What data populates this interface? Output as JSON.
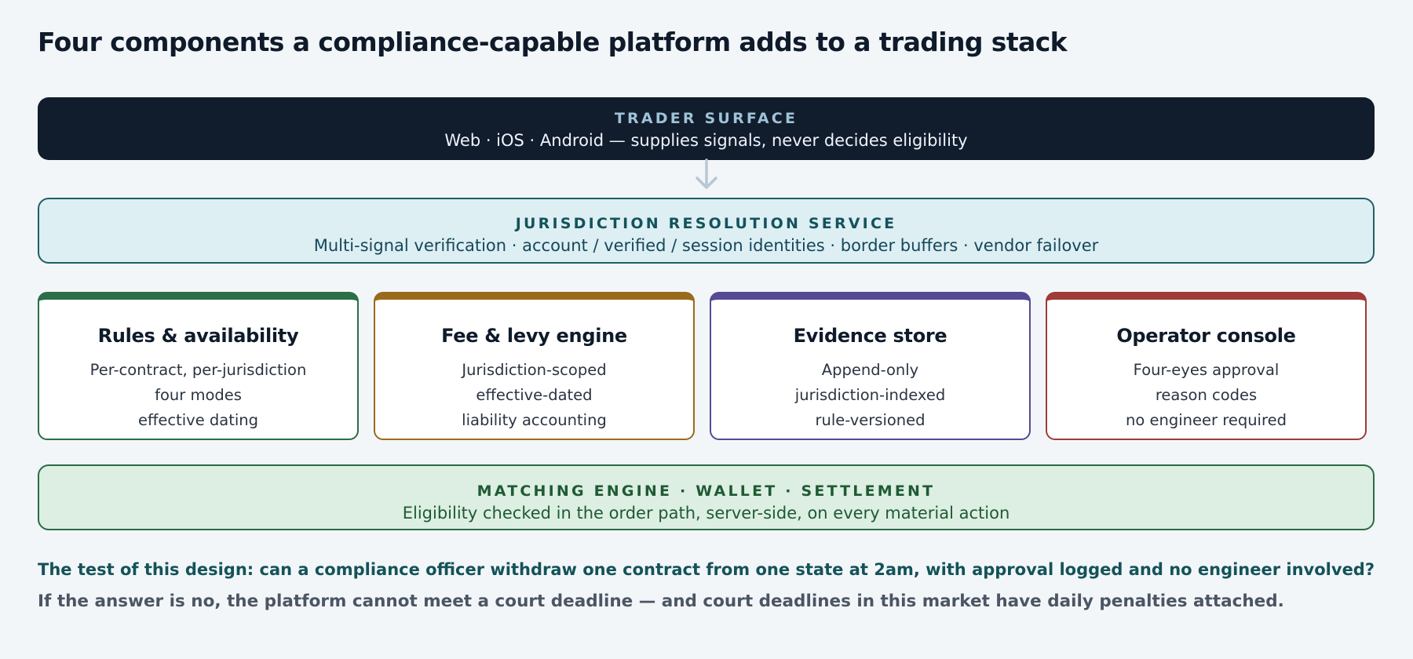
{
  "title": "Four components a compliance-capable platform adds to a trading stack",
  "trader_surface": {
    "label": "TRADER SURFACE",
    "description": "Web · iOS · Android — supplies signals, never decides eligibility"
  },
  "arrow_icon": "arrow-down-icon",
  "jurisdiction_service": {
    "label": "JURISDICTION RESOLUTION SERVICE",
    "description": "Multi-signal verification · account / verified / session identities · border buffers · vendor failover"
  },
  "components": [
    {
      "title": "Rules & availability",
      "lines": [
        "Per-contract, per-jurisdiction",
        "four modes",
        "effective dating"
      ],
      "color": "#2b6e47"
    },
    {
      "title": "Fee & levy engine",
      "lines": [
        "Jurisdiction-scoped",
        "effective-dated",
        "liability accounting"
      ],
      "color": "#9a6a1c"
    },
    {
      "title": "Evidence store",
      "lines": [
        "Append-only",
        "jurisdiction-indexed",
        "rule-versioned"
      ],
      "color": "#554a93"
    },
    {
      "title": "Operator console",
      "lines": [
        "Four-eyes approval",
        "reason codes",
        "no engineer required"
      ],
      "color": "#9f3b38"
    }
  ],
  "matching_engine": {
    "label": "MATCHING ENGINE · WALLET · SETTLEMENT",
    "description": "Eligibility checked in the order path, server-side, on every material action"
  },
  "footer": {
    "question": "The test of this design: can a compliance officer withdraw one contract from one state at 2am, with approval logged and no engineer involved?",
    "answer": "If the answer is no, the platform cannot meet a court deadline — and court deadlines in this market have daily penalties attached."
  }
}
